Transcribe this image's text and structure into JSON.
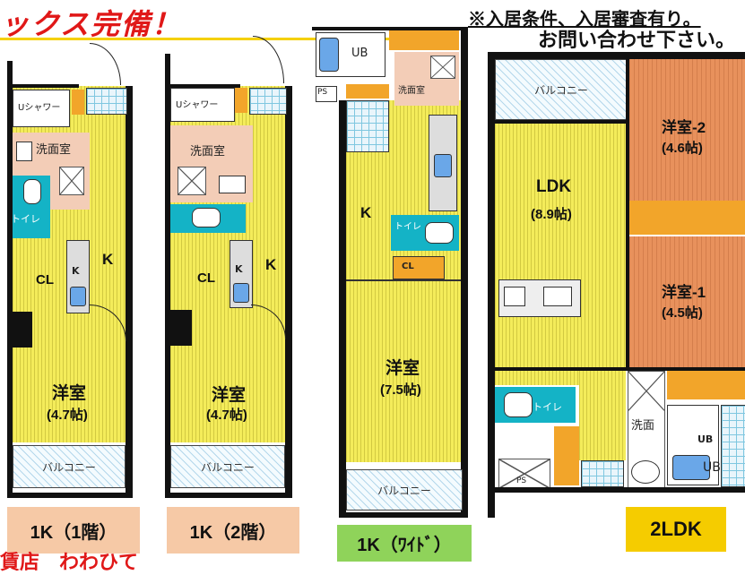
{
  "header": {
    "headline_left": "ックス完備！",
    "notice_line1": "※入居条件、入居審査有り。",
    "notice_line2": "お問い合わせ下さい。"
  },
  "footer_text": "賃店　わわひて",
  "plans": [
    {
      "caption": "1K（1階）",
      "caption_color": "#f6c9a6",
      "rooms": {
        "shower": "Uシャワー",
        "washroom": "洗面室",
        "toilet": "トイレ",
        "closet": "CL",
        "kitchen": "K",
        "stove": "K",
        "room": "洋室",
        "room_size": "(4.7帖)",
        "balcony": "バルコニー"
      }
    },
    {
      "caption": "1K（2階）",
      "caption_color": "#f6c9a6",
      "rooms": {
        "shower": "Uシャワー",
        "washroom": "洗面室",
        "closet": "CL",
        "kitchen": "K",
        "stove": "K",
        "room": "洋室",
        "room_size": "(4.7帖)",
        "balcony": "バルコニー"
      }
    },
    {
      "caption": "1K（ﾜｲﾄﾞ）",
      "caption_color": "#8fd35a",
      "rooms": {
        "bath": "UB",
        "ps": "PS",
        "washroom": "洗面室",
        "kitchen": "K",
        "toilet": "トイレ",
        "closet": "CL",
        "room": "洋室",
        "room_size": "(7.5帖)",
        "balcony": "バルコニー"
      }
    },
    {
      "caption": "2LDK",
      "caption_color": "#f5cc00",
      "rooms": {
        "balcony": "バルコニー",
        "ldk": "LDK",
        "ldk_size": "(8.9帖)",
        "room2": "洋室-2",
        "room2_size": "(4.6帖)",
        "room1": "洋室-1",
        "room1_size": "(4.5帖)",
        "toilet": "トイレ",
        "wash": "洗面",
        "bath1": "UB",
        "bath2": "UB",
        "ps": "PS"
      }
    }
  ],
  "colors": {
    "headline": "#e01818",
    "wood": "#f4ec5a",
    "room_brown": "#e8915c",
    "accent_orange": "#f2a52a",
    "teal": "#14b3c6"
  }
}
